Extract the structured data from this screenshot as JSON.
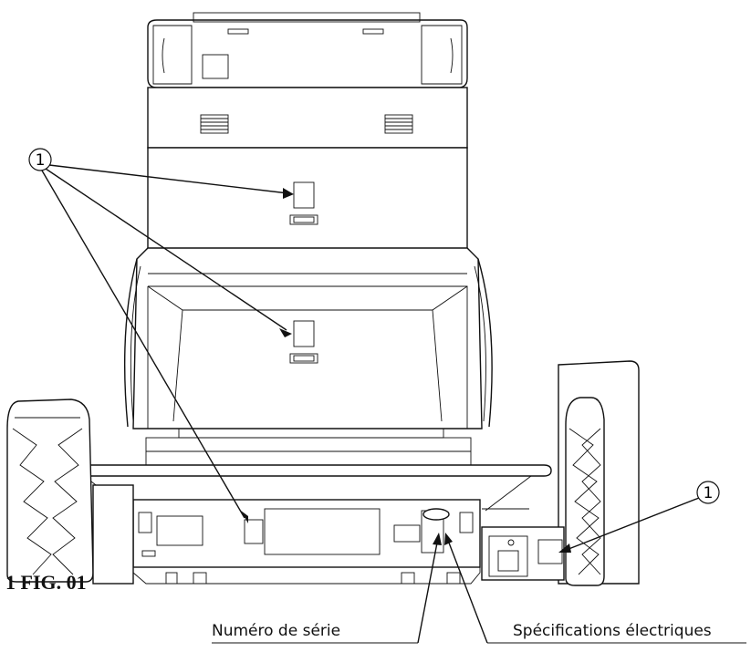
{
  "figure": {
    "id": "1 FIG. 01"
  },
  "callouts": {
    "number": "1"
  },
  "labels": {
    "serial_number": "Numéro de série",
    "electrical_specs": "Spécifications électriques"
  },
  "colors": {
    "line": "#111111",
    "background": "#ffffff"
  }
}
